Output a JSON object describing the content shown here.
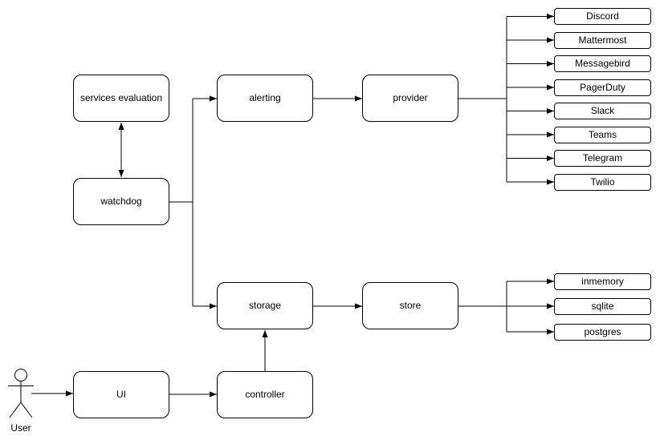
{
  "nodes": {
    "services_evaluation": "services evaluation",
    "watchdog": "watchdog",
    "alerting": "alerting",
    "provider": "provider",
    "storage": "storage",
    "store": "store",
    "ui": "UI",
    "controller": "controller"
  },
  "providers": [
    "Discord",
    "Mattermost",
    "Messagebird",
    "PagerDuty",
    "Slack",
    "Teams",
    "Telegram",
    "Twilio"
  ],
  "stores": [
    "inmemory",
    "sqlite",
    "postgres"
  ],
  "actor": {
    "label": "User"
  },
  "colors": {
    "stroke": "#000000",
    "node_fill": "#ffffff",
    "background": "#ffffff"
  }
}
